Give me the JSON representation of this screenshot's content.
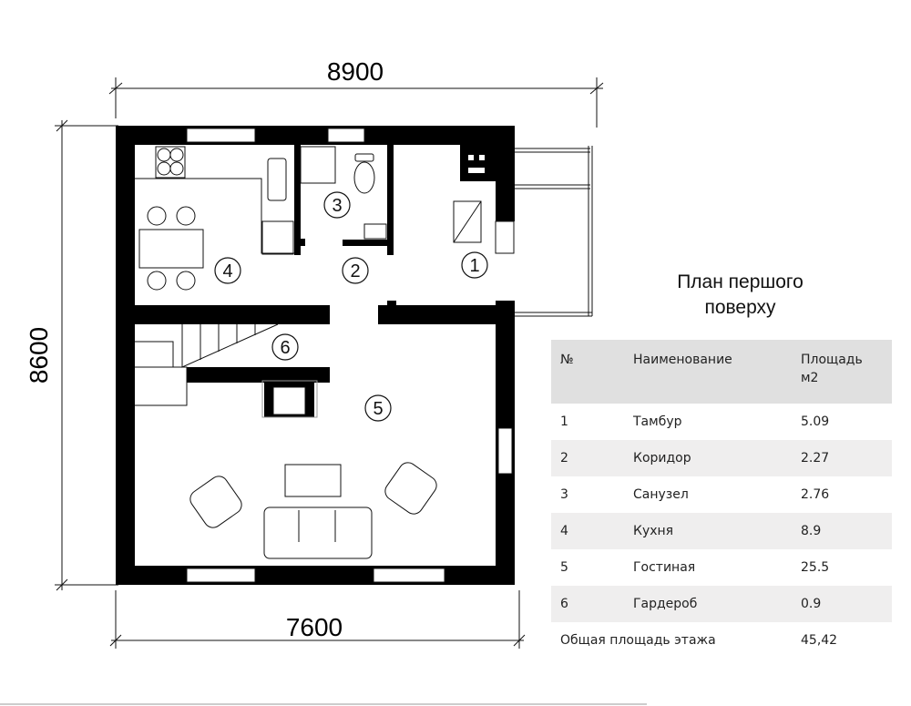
{
  "dimensions": {
    "top": "8900",
    "left": "8600",
    "bottom": "7600"
  },
  "room_labels": [
    "1",
    "2",
    "3",
    "4",
    "5",
    "6"
  ],
  "title_line1": "План першого",
  "title_line2": "поверху",
  "table": {
    "headers": {
      "num": "№",
      "name": "Наименование",
      "area_l1": "Площадь",
      "area_l2": "м2"
    },
    "rows": [
      {
        "num": "1",
        "name": "Тамбур",
        "area": "5.09"
      },
      {
        "num": "2",
        "name": "Коридор",
        "area": "2.27"
      },
      {
        "num": "3",
        "name": "Санузел",
        "area": "2.76"
      },
      {
        "num": "4",
        "name": "Кухня",
        "area": "8.9"
      },
      {
        "num": "5",
        "name": "Гостиная",
        "area": "25.5"
      },
      {
        "num": "6",
        "name": "Гардероб",
        "area": "0.9"
      }
    ],
    "total": {
      "label": "Общая площадь этажа",
      "area": "45,42"
    }
  }
}
